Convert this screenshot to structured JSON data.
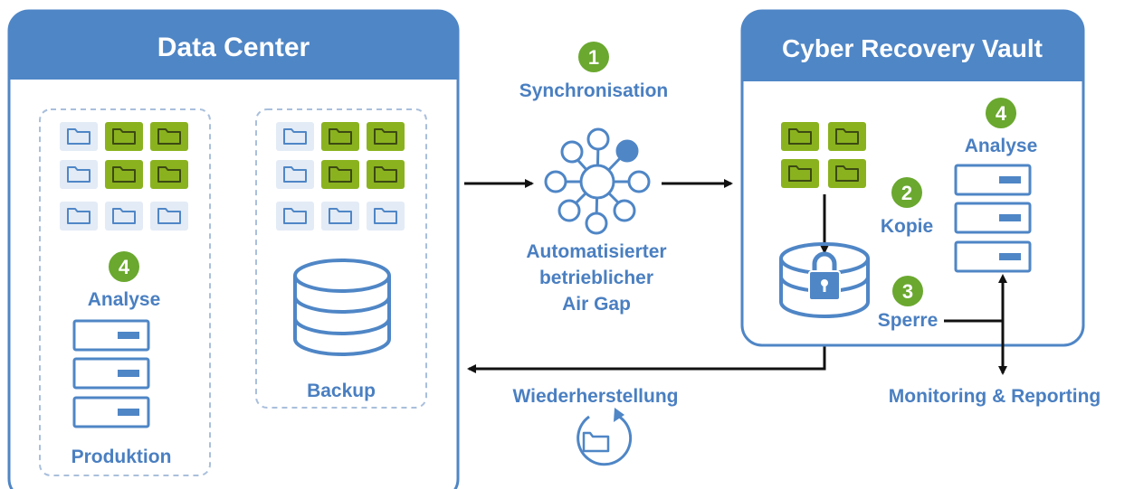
{
  "data_center": {
    "title": "Data Center",
    "produktion": {
      "step_number": "4",
      "analyse_label": "Analyse",
      "label": "Produktion"
    },
    "backup": {
      "label": "Backup"
    }
  },
  "flow": {
    "sync_number": "1",
    "sync_label": "Synchronisation",
    "airgap_lines": [
      "Automatisierter",
      "betrieblicher",
      "Air Gap"
    ],
    "restore_label": "Wiederherstellung"
  },
  "vault": {
    "title": "Cyber Recovery Vault",
    "kopie_number": "2",
    "kopie_label": "Kopie",
    "sperre_number": "3",
    "sperre_label": "Sperre",
    "analyse_number": "4",
    "analyse_label": "Analyse"
  },
  "monitoring_label": "Monitoring & Reporting",
  "colors": {
    "primary_blue": "#4f86c6",
    "label_blue": "#4a7fc1",
    "light_blue_fill": "#e3ebf6",
    "green": "#8ab21f",
    "badge_green": "#6aa82f",
    "arrow": "#111111"
  }
}
